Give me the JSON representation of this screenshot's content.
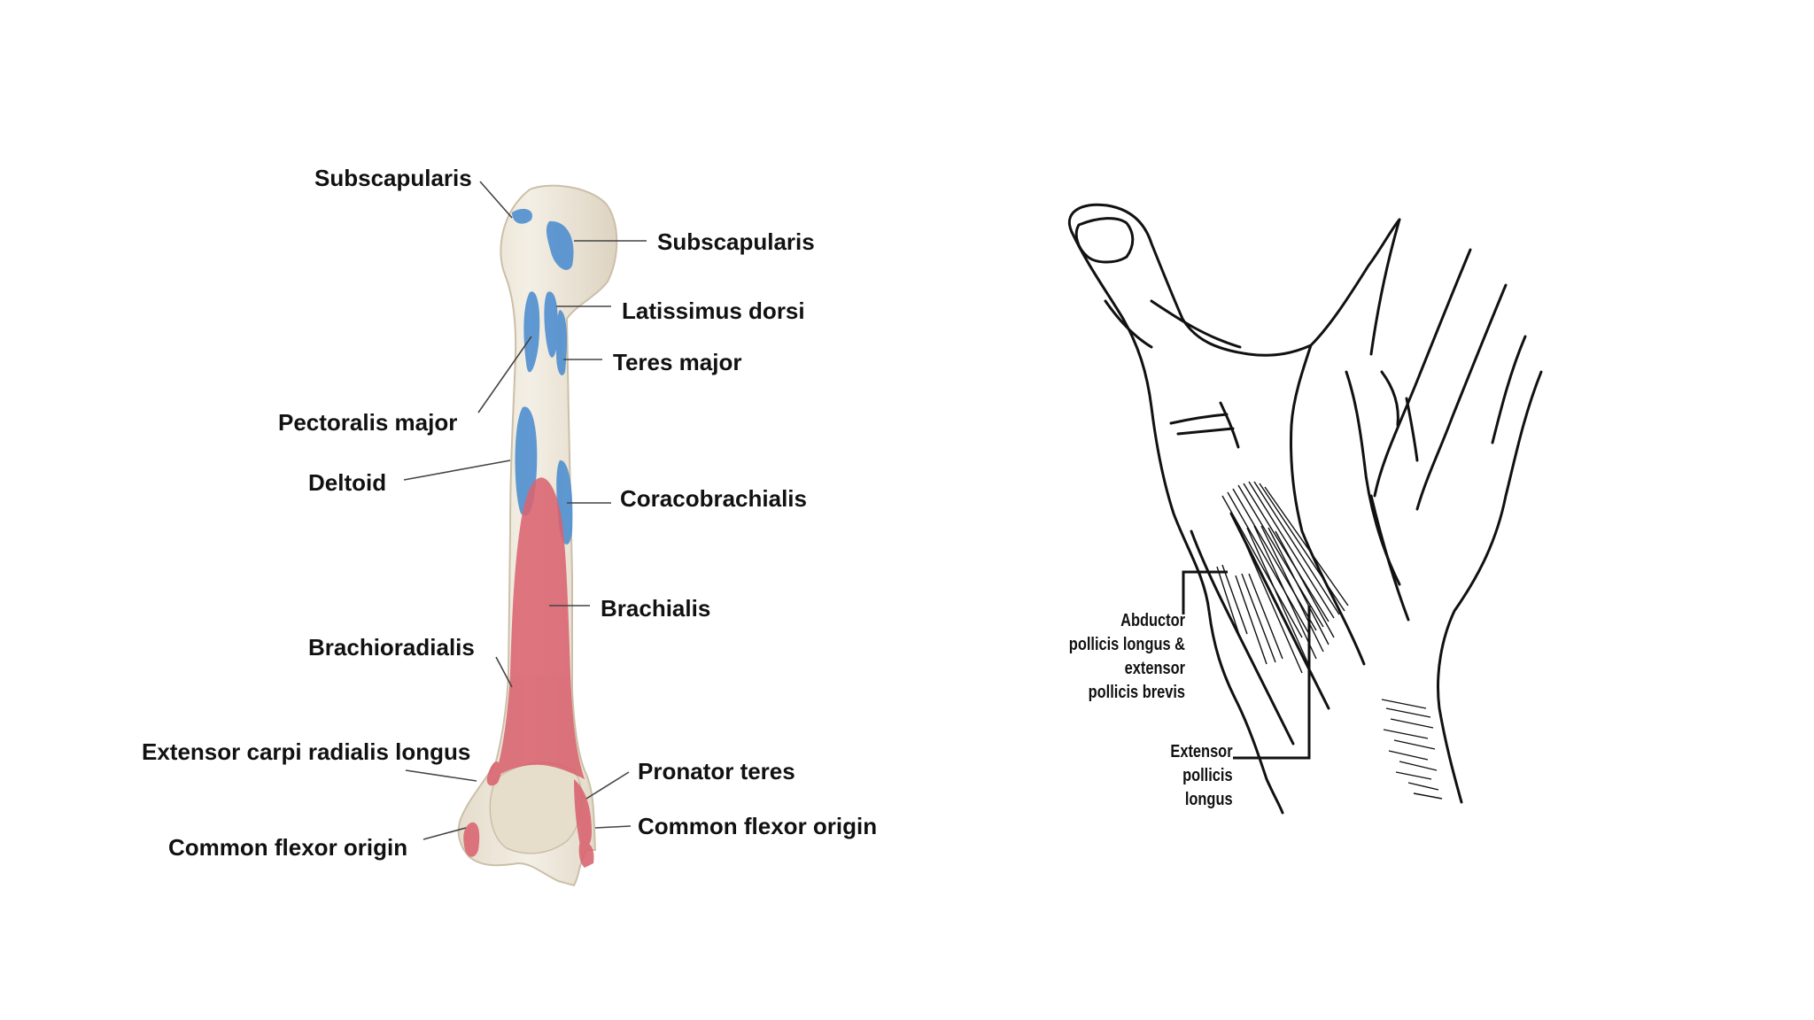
{
  "humerus": {
    "labels": {
      "subscapularis_left": "Subscapularis",
      "subscapularis_right": "Subscapularis",
      "latissimus_dorsi": "Latissimus dorsi",
      "teres_major": "Teres major",
      "pectoralis_major": "Pectoralis major",
      "deltoid": "Deltoid",
      "coracobrachialis": "Coracobrachialis",
      "brachialis": "Brachialis",
      "brachioradialis": "Brachioradialis",
      "extensor_carpi_radialis_longus": "Extensor carpi radialis longus",
      "pronator_teres": "Pronator teres",
      "common_flexor_origin_right": "Common flexor origin",
      "common_flexor_origin_left": "Common flexor origin"
    },
    "colors": {
      "bone": "#efe9dc",
      "bone_shadow": "#d9cfbd",
      "insertion": "#4f8fd0",
      "origin": "#d9636f"
    }
  },
  "hand": {
    "labels": {
      "abductor": [
        "Abductor",
        "pollicis longus &",
        "extensor",
        "pollicis brevis"
      ],
      "extensor_longus": [
        "Extensor",
        "pollicis",
        "longus"
      ]
    }
  }
}
